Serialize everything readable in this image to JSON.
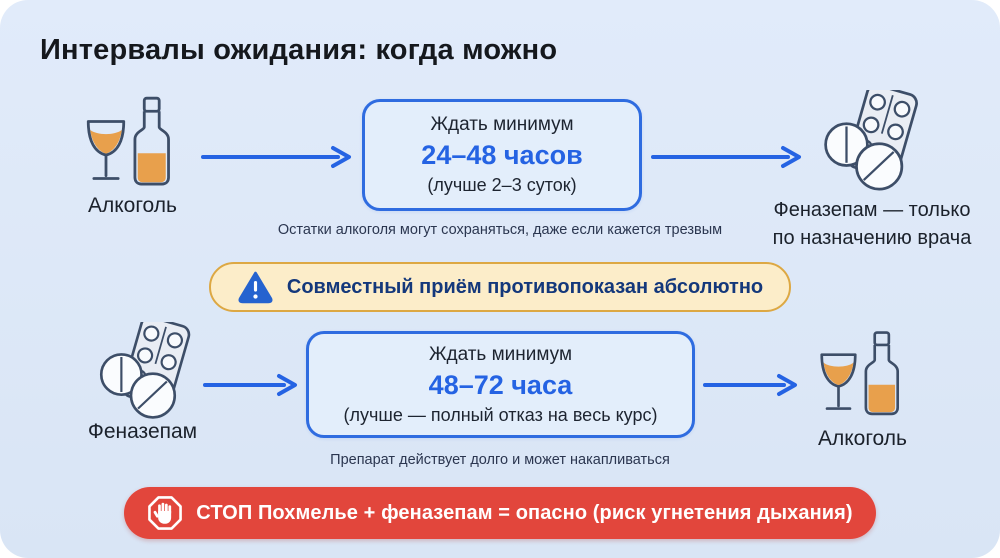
{
  "title": "Интервалы ожидания: когда можно",
  "row1": {
    "left": {
      "icon": "alcohol-icon",
      "label": "Алкоголь"
    },
    "box": {
      "line1": "Ждать минимум",
      "value": "24–48 часов",
      "line3": "(лучше 2–3 суток)"
    },
    "right": {
      "icon": "pills-icon",
      "label_line1": "Феназепам — только",
      "label_line2": "по назначению врача"
    },
    "note": "Остатки алкоголя могут сохраняться, даже если кажется трезвым"
  },
  "warning_banner": {
    "icon": "warning-triangle-icon",
    "text": "Совместный приём противопоказан абсолютно"
  },
  "row2": {
    "left": {
      "icon": "pills-icon",
      "label": "Феназепам"
    },
    "box": {
      "line1": "Ждать минимум",
      "value": "48–72 часа",
      "line3": "(лучше — полный отказ на весь курс)"
    },
    "right": {
      "icon": "alcohol-icon",
      "label": "Алкоголь"
    },
    "note": "Препарат действует долго и может накапливаться"
  },
  "stop_banner": {
    "icon": "stop-hand-icon",
    "text": "СТОП Похмелье + феназепам = опасно (риск угнетения дыхания)"
  },
  "icons": [
    "alcohol-icon",
    "pills-icon",
    "arrow-right-icon",
    "warning-triangle-icon",
    "stop-hand-icon"
  ],
  "colors": {
    "card_bg": "#dbe7f6",
    "accent_blue": "#2563e3",
    "box_fill": "#e3eefb",
    "box_border": "#2f6ce0",
    "dark_text": "#15181d",
    "note_text": "#2b3650",
    "warning_bg": "#fcedc9",
    "warning_border": "#dda843",
    "warning_text": "#14387b",
    "stop_red": "#e2463c",
    "icon_outline": "#3d4e68",
    "liquid_orange": "#e8a04c"
  }
}
